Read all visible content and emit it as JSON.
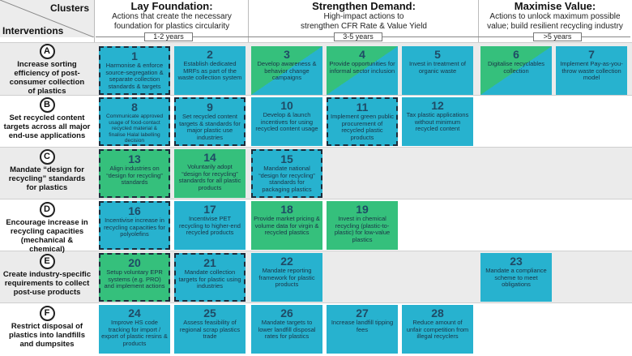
{
  "header": {
    "clusters_label": "Clusters",
    "interventions_label": "Interventions",
    "clusters": [
      {
        "title": "Lay Foundation:",
        "desc1": "Actions that create the necessary",
        "desc2": "foundation for plastics circularity",
        "years": "1-2 years"
      },
      {
        "title": "Strengthen Demand:",
        "desc1": "High-impact actions to",
        "desc2": "strengthen CFR Rate & Value Yield",
        "years": "3-5 years"
      },
      {
        "title": "Maximise Value:",
        "desc1": "Actions to unlock maximum possible",
        "desc2": "value; build resilient recycling industry",
        "years": ">5 years"
      }
    ]
  },
  "rows": [
    {
      "letter": "A",
      "label": "Increase sorting efficiency of post-consumer collection of plastics"
    },
    {
      "letter": "B",
      "label": "Set recycled content targets across all major end-use applications"
    },
    {
      "letter": "C",
      "label": "Mandate “design for recycling” standards for plastics"
    },
    {
      "letter": "D",
      "label": "Encourage increase in recycling capacities (mechanical & chemical)"
    },
    {
      "letter": "E",
      "label": "Create industry-specific requirements to collect post-use products"
    },
    {
      "letter": "F",
      "label": "Restrict disposal of plastics into landfills and dumpsites"
    }
  ],
  "actions": [
    {
      "num": "1",
      "text": "Harmonise & enforce source-segregation & separate collection standards & targets"
    },
    {
      "num": "2",
      "text": "Establish dedicated MRFs as part of the waste collection system"
    },
    {
      "num": "3",
      "text": "Develop awareness & behavior change campaigns"
    },
    {
      "num": "4",
      "text": "Provide opportunities for informal sector inclusion"
    },
    {
      "num": "5",
      "text": "Invest in treatment of organic waste"
    },
    {
      "num": "6",
      "text": "Digitalise recyclables collection"
    },
    {
      "num": "7",
      "text": "Implement Pay-as-you-throw waste collection model"
    },
    {
      "num": "8",
      "text": "Communicate approved usage of food-contact recycled material & finalise Halal labelling decision"
    },
    {
      "num": "9",
      "text": "Set recycled content targets & standards for major plastic use industries"
    },
    {
      "num": "10",
      "text": "Develop & launch incentives for using recycled content usage"
    },
    {
      "num": "11",
      "text": "Implement green public procurement of recycled plastic products"
    },
    {
      "num": "12",
      "text": "Tax plastic applications without minimum recycled content"
    },
    {
      "num": "13",
      "text": "Align industries on “design for recycling” standards"
    },
    {
      "num": "14",
      "text": "Voluntarily adopt “design for recycling” standards for all plastic products"
    },
    {
      "num": "15",
      "text": "Mandate national “design for recycling” standards for packaging plastics"
    },
    {
      "num": "16",
      "text": "Incentivise increase in recycling capacities for polyolefins"
    },
    {
      "num": "17",
      "text": "Incentivise PET recycling to higher-end recycled products"
    },
    {
      "num": "18",
      "text": "Provide market pricing & volume data for virgin & recycled plastics"
    },
    {
      "num": "19",
      "text": "Invest in chemical recycling (plastic-to-plastic) for low-value plastics"
    },
    {
      "num": "20",
      "text": "Setup voluntary EPR systems (e.g. PRO) and implement actions"
    },
    {
      "num": "21",
      "text": "Mandate collection targets for plastic using industries"
    },
    {
      "num": "22",
      "text": "Mandate reporting framework for plastic products"
    },
    {
      "num": "23",
      "text": "Mandate a compliance scheme to meet obligations"
    },
    {
      "num": "24",
      "text": "Improve HS code tracking for import / export of plastic resins & products"
    },
    {
      "num": "25",
      "text": "Assess feasibility of regional scrap plastics trade"
    },
    {
      "num": "26",
      "text": "Mandate targets to lower landfill disposal rates for plastics"
    },
    {
      "num": "27",
      "text": "Increase landfill tipping fees"
    },
    {
      "num": "28",
      "text": "Reduce amount of unfair competition from illegal recyclers"
    }
  ],
  "colors": {
    "blue": "#27b2cf",
    "green": "#35c07c",
    "row_grey": "#ebebeb"
  }
}
